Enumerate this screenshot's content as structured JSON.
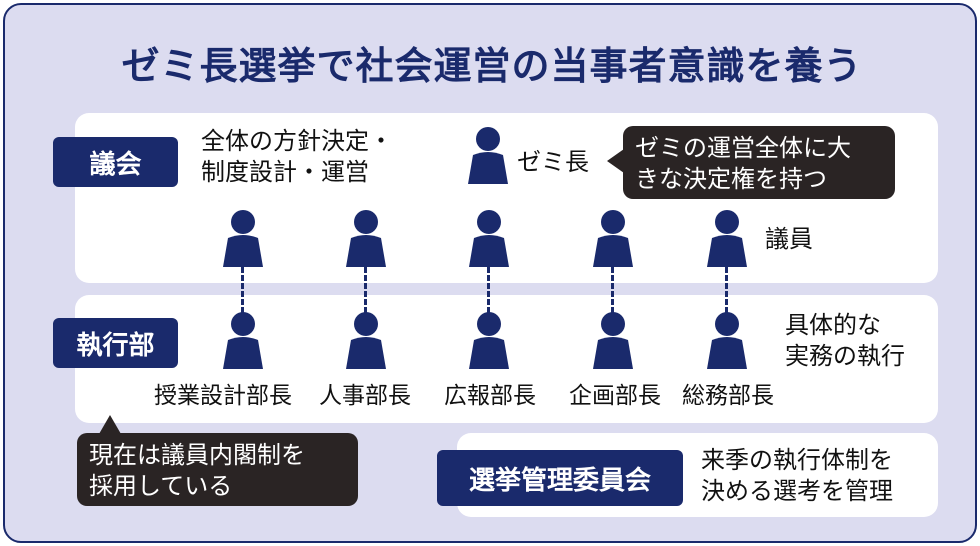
{
  "title": "ゼミ長選挙で社会運営の当事者意識を養う",
  "council": {
    "tag": "議会",
    "desc_line1": "全体の方針決定・",
    "desc_line2": "制度設計・運営",
    "head_label": "ゼミ長",
    "head_callout_line1": "ゼミの運営全体に大",
    "head_callout_line2": "きな決定権を持つ",
    "member_label": "議員"
  },
  "executive": {
    "tag": "執行部",
    "desc_line1": "具体的な",
    "desc_line2": "実務の執行",
    "roles": [
      "授業設計部長",
      "人事部長",
      "広報部長",
      "企画部長",
      "総務部長"
    ]
  },
  "system_callout": {
    "line1": "現在は議員内閣制を",
    "line2": "採用している"
  },
  "election": {
    "tag": "選挙管理委員会",
    "desc_line1": "来季の執行体制を",
    "desc_line2": "決める選考を管理"
  },
  "colors": {
    "navy": "#1a2a6c",
    "callout": "#2a2424",
    "background": "#dcdcf0"
  },
  "icons": {
    "person": "person-icon"
  }
}
